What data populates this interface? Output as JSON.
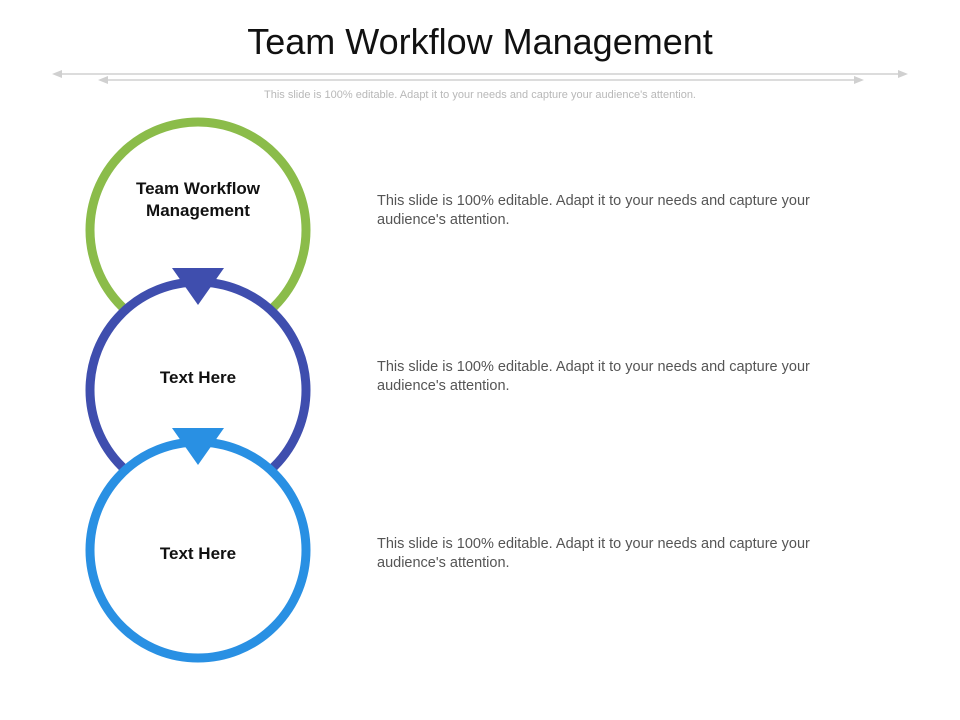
{
  "slide": {
    "title": "Team Workflow Management",
    "subtitle": "This slide is 100% editable. Adapt it to your needs and capture your audience's attention."
  },
  "steps": [
    {
      "label": "Team Workflow Management",
      "description": "This slide is 100% editable. Adapt it to your needs and capture your audience's attention.",
      "color": "#8BBC4A"
    },
    {
      "label": "Text Here",
      "description": "This slide is 100% editable. Adapt it to your needs and capture your audience's attention.",
      "color": "#3F4EAE"
    },
    {
      "label": "Text Here",
      "description": "This slide is 100% editable. Adapt it to your needs and capture your audience's attention.",
      "color": "#2990E3"
    }
  ],
  "divider_color": "#d0d0d0"
}
